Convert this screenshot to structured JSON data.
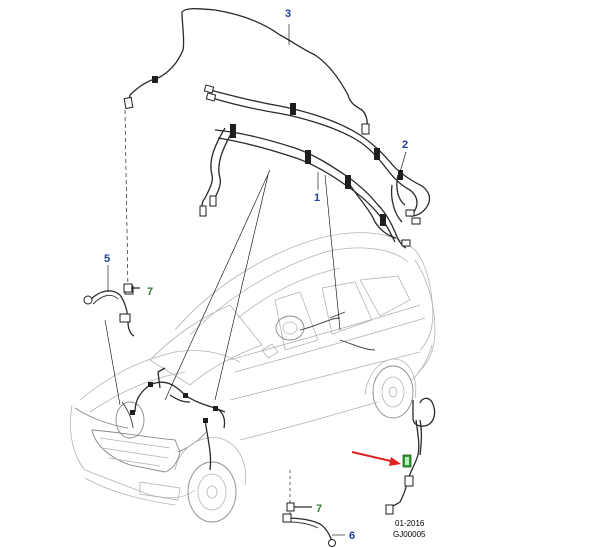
{
  "callouts": {
    "c1": "1",
    "c2": "2",
    "c3": "3",
    "c5": "5",
    "c6": "6",
    "c7a": "7",
    "c7b": "7"
  },
  "colors": {
    "callout_blue": "#1f3d99",
    "callout_green": "#2e7d32",
    "pointer_arrow": "#e02020",
    "highlight_box": "#2e9e2e"
  },
  "reference": {
    "date": "01-2016",
    "code": "GJ00005"
  }
}
